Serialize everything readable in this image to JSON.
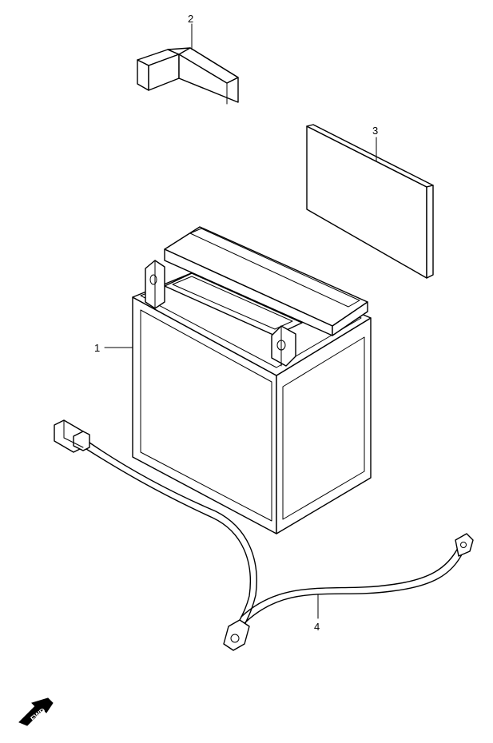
{
  "callouts": {
    "battery": "1",
    "bracket": "2",
    "pad": "3",
    "cable": "4"
  },
  "direction_indicator": {
    "text": "FWD",
    "icon": "arrow-left-down-icon"
  }
}
